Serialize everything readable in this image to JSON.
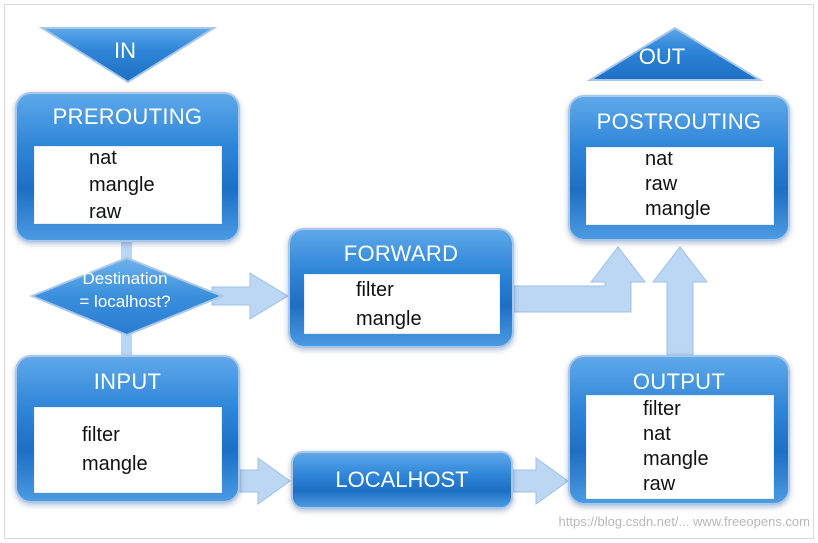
{
  "diagram": {
    "in_label": "IN",
    "out_label": "OUT",
    "decision": {
      "line1": "Destination",
      "line2": "= localhost?"
    },
    "prerouting": {
      "title": "PREROUTING",
      "items": [
        "nat",
        "mangle",
        "raw"
      ]
    },
    "forward": {
      "title": "FORWARD",
      "items": [
        "filter",
        "mangle"
      ]
    },
    "input": {
      "title": "INPUT",
      "items": [
        "filter",
        "mangle"
      ]
    },
    "localhost": {
      "title": "LOCALHOST"
    },
    "output": {
      "title": "OUTPUT",
      "items": [
        "filter",
        "nat",
        "mangle",
        "raw"
      ]
    },
    "postrouting": {
      "title": "POSTROUTING",
      "items": [
        "nat",
        "raw",
        "mangle"
      ]
    }
  },
  "watermark": "https://blog.csdn.net/...  www.freeopens.com",
  "colors": {
    "box_blue": "#2f86d8",
    "arrow_light": "#bcd7f3",
    "arrow_stroke": "#9fc1e8"
  }
}
